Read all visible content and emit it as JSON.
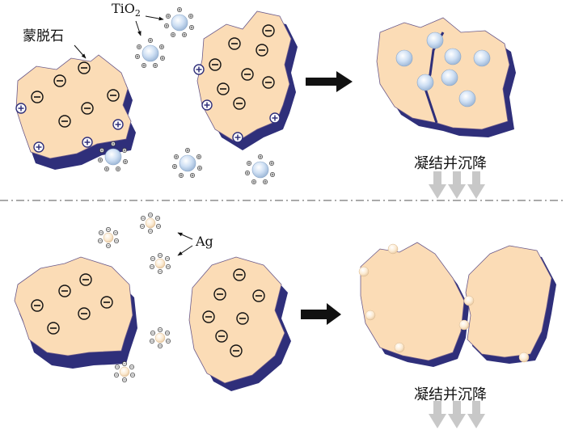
{
  "labels": {
    "montmorillonite": "蒙脱石",
    "tio2": "TiO",
    "tio2_subscript": "2",
    "ag": "Ag",
    "coagulation_top": "凝结并沉降",
    "coagulation_bottom": "凝结并沉降"
  },
  "colors": {
    "clay_face": "#fbdcb6",
    "clay_edge": "#2f2f7a",
    "clay_edge_light": "#45458f",
    "tio2_particle": "#cfe0f4",
    "ag_particle": "#fcebd3",
    "arrow": "#111111",
    "settle_arrow": "#c8c8c8",
    "divider": "#555555"
  },
  "icons": {
    "negative_charge": "minus-circle",
    "positive_charge": "plus-circle",
    "process_arrow": "right-arrow",
    "settling_arrow": "down-arrow"
  }
}
